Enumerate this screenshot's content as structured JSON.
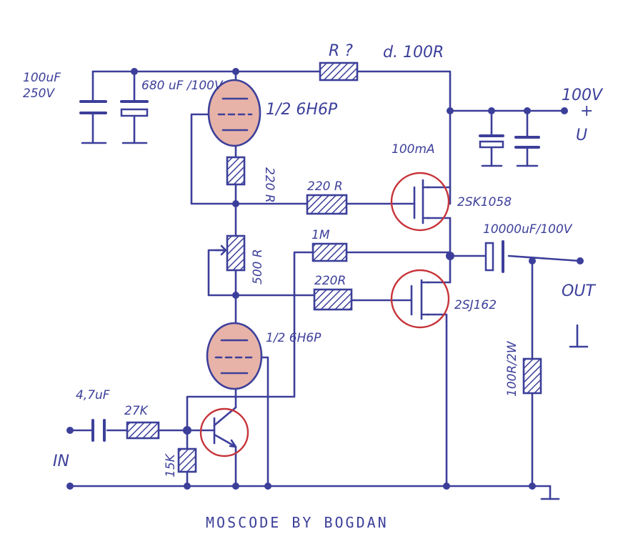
{
  "title": "MOSCODE BY BOGDAN",
  "colors": {
    "ink": "#3c3f9a",
    "highlight": "#c6343a",
    "tube_fill": "#e7b3a8"
  },
  "labels": {
    "cap_100uf_value": "100uF",
    "cap_100uf_voltage": "250V",
    "cap_680uf": "680 uF /100V",
    "r_top": "R ? ",
    "r_top_value": "d. 100R",
    "tube_top": "1/2 6H6P",
    "r_220_vertical": "220 R",
    "r_220_upper": "220 R",
    "current": "100mA",
    "mosfet_n": "2SK1058",
    "supply_voltage": "100V",
    "supply_plus": "+",
    "supply_u": "U",
    "pot_500": "500 R",
    "r_1m": "1M",
    "cap_out": "10000uF/100V",
    "r_220_lower": "220R",
    "mosfet_p": "2SJ162",
    "out": "OUT",
    "tube_bottom": "1/2 6H6P",
    "r_100_2w": "100R/2W",
    "cap_in": "4,7uF",
    "r_27k": "27K",
    "r_15k": "15K",
    "in": "IN"
  }
}
